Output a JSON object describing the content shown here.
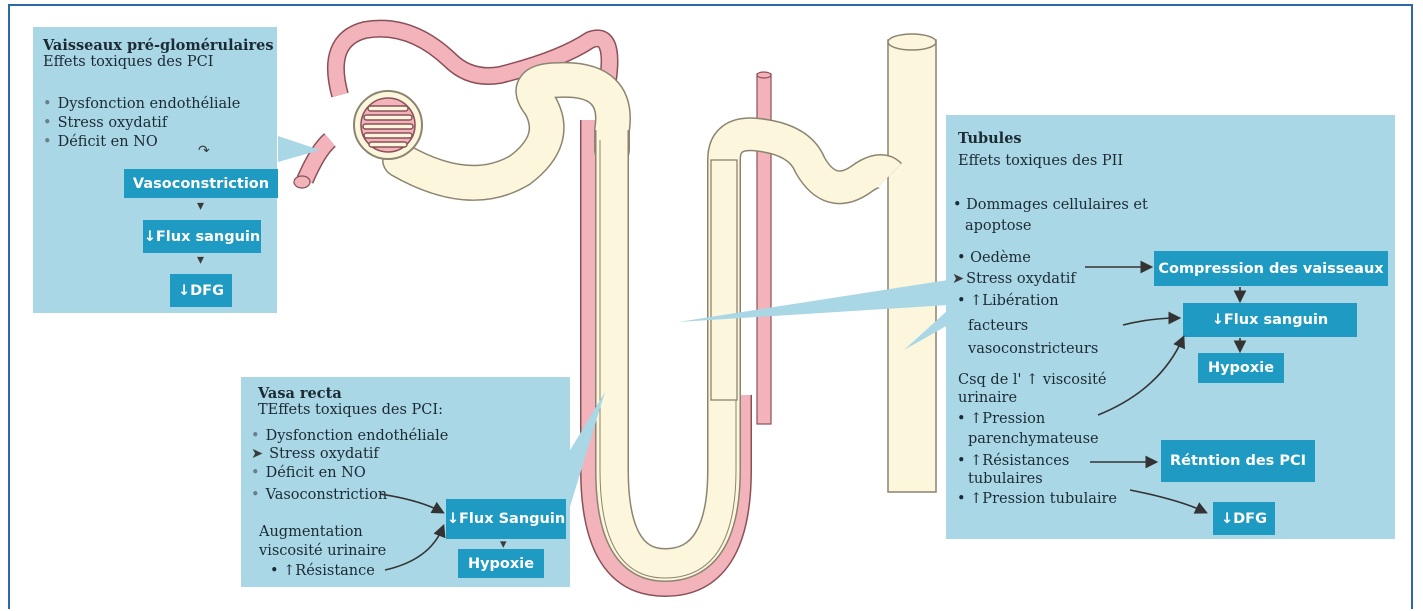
{
  "colors": {
    "panel": "#a9d7e6",
    "box": "#1f9ac2",
    "frame": "#2b6aa6",
    "vessel": "#f2b3ba",
    "tubule": "#fbf6dc"
  },
  "panel_pre": {
    "title": "Vaisseaux pré-glomérulaires",
    "subtitle": "Effets toxiques des PCI",
    "items": [
      "Dysfonction endothéliale",
      "Stress oxydatif",
      "Déficit en NO"
    ],
    "box1": "Vasoconstriction",
    "box2": "↓Flux sanguin",
    "box3": "↓DFG"
  },
  "panel_vasa": {
    "title": "Vasa recta",
    "subtitle": "TEffets toxiques des PCI:",
    "items": [
      "Dysfonction endothéliale",
      "Stress oxydatif",
      "Déficit en NO",
      "Vasoconstriction"
    ],
    "note1": "Augmentation",
    "note2": "viscosité urinaire",
    "note3": "• ↑Résistance",
    "box1": "↓Flux Sanguin",
    "box2": "Hypoxie"
  },
  "panel_tub": {
    "title": "Tubules",
    "subtitle": "Effets toxiques des PII",
    "l1": "• Dommages cellulaires et",
    "l2": "apoptose",
    "l3": "•  Oedème",
    "l4": "Stress oxydatif",
    "l5": "• ↑Libération",
    "l6": "facteurs",
    "l7": "vasoconstricteurs",
    "l8": "Csq de l' ↑ viscosité",
    "l9": "urinaire",
    "l10": "• ↑Pression",
    "l11": "parenchymateuse",
    "l12": "• ↑Résistances",
    "l13": "tubulaires",
    "l14": "• ↑Pression tubulaire",
    "box1": "Compression des vaisseaux",
    "box2": "↓Flux sanguin",
    "box3": "Hypoxie",
    "box4": "Rétntion des PCI",
    "box5": "↓DFG"
  }
}
